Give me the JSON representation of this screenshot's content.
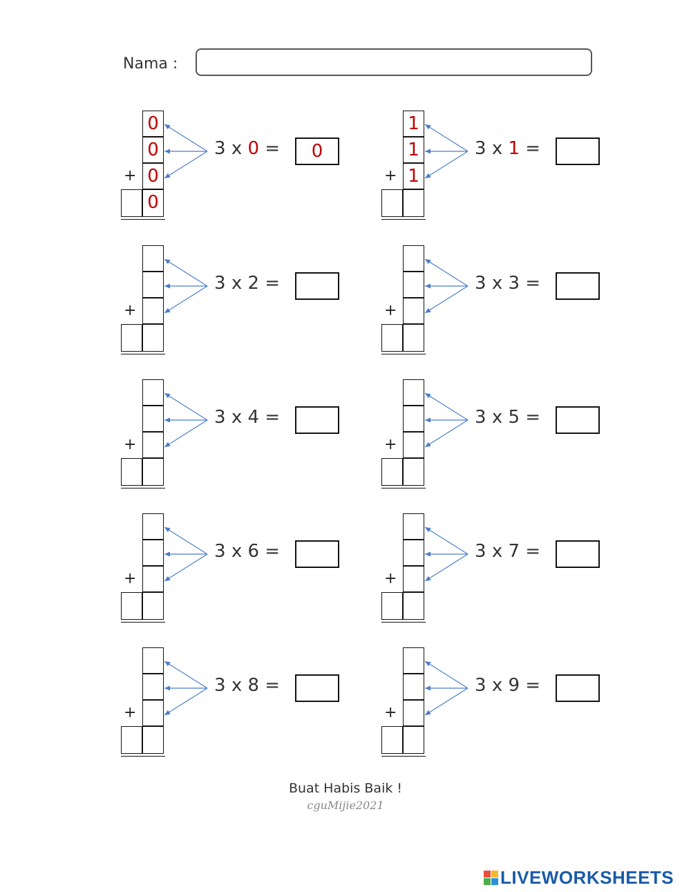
{
  "header": {
    "name_label": "Nama :",
    "name_value": ""
  },
  "problems": [
    {
      "multiplier": "3",
      "times": "x",
      "multiplicand": "0",
      "equals": "=",
      "answer": "0",
      "addends": [
        "0",
        "0",
        "0"
      ],
      "plus": "+",
      "sum_tens": "",
      "sum_ones": "0",
      "highlight": true
    },
    {
      "multiplier": "3",
      "times": "x",
      "multiplicand": "1",
      "equals": "=",
      "answer": "",
      "addends": [
        "1",
        "1",
        "1"
      ],
      "plus": "+",
      "sum_tens": "",
      "sum_ones": "",
      "highlight": true
    },
    {
      "multiplier": "3",
      "times": "x",
      "multiplicand": "2",
      "equals": "=",
      "answer": "",
      "addends": [
        "",
        "",
        ""
      ],
      "plus": "+",
      "sum_tens": "",
      "sum_ones": "",
      "highlight": false
    },
    {
      "multiplier": "3",
      "times": "x",
      "multiplicand": "3",
      "equals": "=",
      "answer": "",
      "addends": [
        "",
        "",
        ""
      ],
      "plus": "+",
      "sum_tens": "",
      "sum_ones": "",
      "highlight": false
    },
    {
      "multiplier": "3",
      "times": "x",
      "multiplicand": "4",
      "equals": "=",
      "answer": "",
      "addends": [
        "",
        "",
        ""
      ],
      "plus": "+",
      "sum_tens": "",
      "sum_ones": "",
      "highlight": false
    },
    {
      "multiplier": "3",
      "times": "x",
      "multiplicand": "5",
      "equals": "=",
      "answer": "",
      "addends": [
        "",
        "",
        ""
      ],
      "plus": "+",
      "sum_tens": "",
      "sum_ones": "",
      "highlight": false
    },
    {
      "multiplier": "3",
      "times": "x",
      "multiplicand": "6",
      "equals": "=",
      "answer": "",
      "addends": [
        "",
        "",
        ""
      ],
      "plus": "+",
      "sum_tens": "",
      "sum_ones": "",
      "highlight": false
    },
    {
      "multiplier": "3",
      "times": "x",
      "multiplicand": "7",
      "equals": "=",
      "answer": "",
      "addends": [
        "",
        "",
        ""
      ],
      "plus": "+",
      "sum_tens": "",
      "sum_ones": "",
      "highlight": false
    },
    {
      "multiplier": "3",
      "times": "x",
      "multiplicand": "8",
      "equals": "=",
      "answer": "",
      "addends": [
        "",
        "",
        ""
      ],
      "plus": "+",
      "sum_tens": "",
      "sum_ones": "",
      "highlight": false
    },
    {
      "multiplier": "3",
      "times": "x",
      "multiplicand": "9",
      "equals": "=",
      "answer": "",
      "addends": [
        "",
        "",
        ""
      ],
      "plus": "+",
      "sum_tens": "",
      "sum_ones": "",
      "highlight": false
    }
  ],
  "footer": {
    "title": "Buat Habis Baik !",
    "signature": "cguMijie2021"
  },
  "branding": {
    "logo_text": "LIVEWORKSHEETS",
    "logo_icon": "liveworksheets-logo-icon"
  },
  "colors": {
    "highlight": "#c00000",
    "arrow": "#4a7cc9",
    "brand": "#1a5ba8"
  }
}
